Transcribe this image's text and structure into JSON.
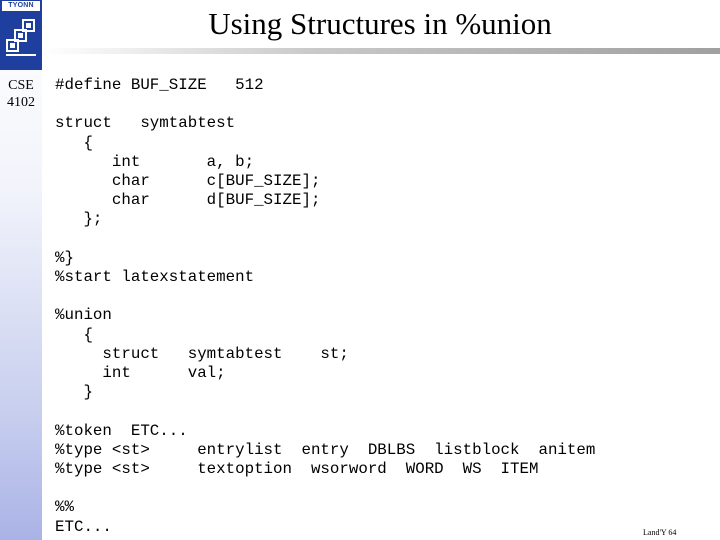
{
  "sidebar": {
    "university_name": "TYONN",
    "course": "CSE 4102"
  },
  "slide": {
    "title": "Using Structures in %union",
    "code": "#define BUF_SIZE   512\n\nstruct   symtabtest\n   {\n      int       a, b;\n      char      c[BUF_SIZE];\n      char      d[BUF_SIZE];\n   };\n\n%}\n%start latexstatement\n\n%union\n   {\n     struct   symtabtest    st;\n     int      val;\n   }\n\n%token  ETC...\n%type <st>     entrylist  entry  DBLBS  listblock  anitem\n%type <st>     textoption  wsorword  WORD  WS  ITEM\n\n%%\nETC...",
    "footer": "Land'Y 64"
  },
  "colors": {
    "logo_blue": "#1e3f9e",
    "sidebar_bottom": "#aab3e6"
  }
}
